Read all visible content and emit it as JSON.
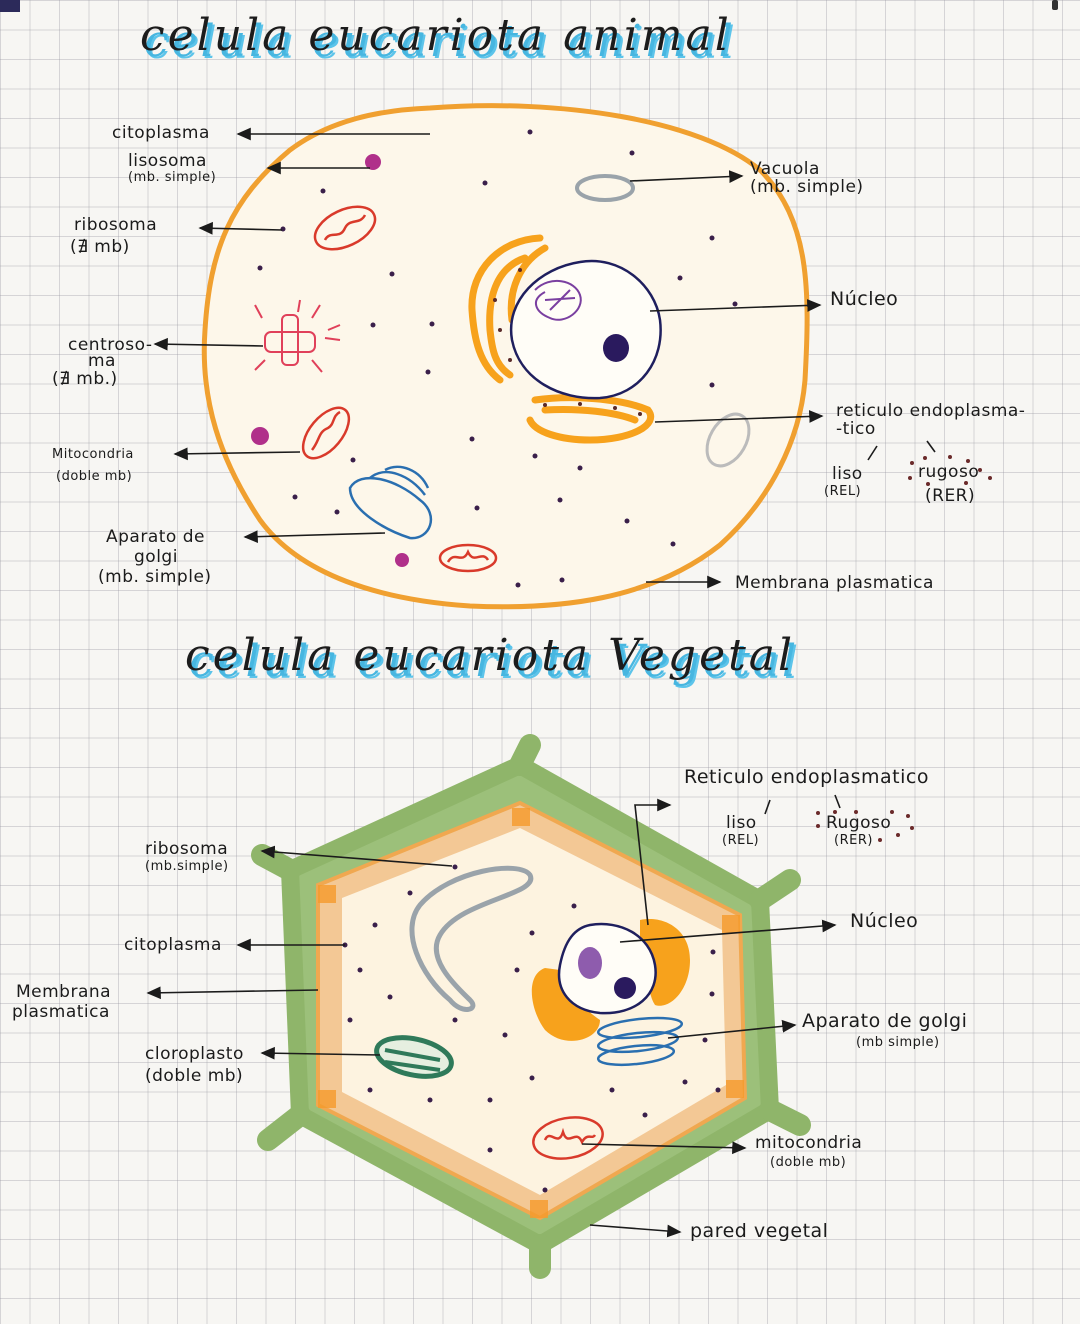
{
  "animal_cell": {
    "title": "celula eucariota animal",
    "labels": {
      "citoplasma": "citoplasma",
      "lisosoma": "lisosoma",
      "lisosoma_note": "(mb. simple)",
      "ribosoma": "ribosoma",
      "ribosoma_note": "(∄ mb)",
      "centrosoma": "centroso-",
      "centrosoma_cont": "ma",
      "centrosoma_note": "(∄ mb.)",
      "mitocondria": "Mitocondria",
      "mitocondria_note": "(doble mb)",
      "golgi": "Aparato de",
      "golgi_cont": "golgi",
      "golgi_note": "(mb. simple)",
      "vacuola": "Vacuola",
      "vacuola_note": "(mb. simple)",
      "nucleo": "Núcleo",
      "reticulo": "reticulo endoplasma-",
      "reticulo_cont": "-tico",
      "liso": "liso",
      "liso_note": "(REL)",
      "rugoso": "rugoso",
      "rugoso_note": "(RER)",
      "membrana": "Membrana plasmatica"
    }
  },
  "plant_cell": {
    "title": "celula eucariota Vegetal",
    "labels": {
      "ribosoma": "ribosoma",
      "ribosoma_note": "(mb.simple)",
      "citoplasma": "citoplasma",
      "membrana": "Membrana",
      "membrana_cont": "plasmatica",
      "cloroplasto": "cloroplasto",
      "cloroplasto_note": "(doble mb)",
      "reticulo": "Reticulo endoplasmatico",
      "liso": "liso",
      "liso_note": "(REL)",
      "rugoso": "Rugoso",
      "rugoso_note": "(RER)",
      "nucleo": "Núcleo",
      "golgi": "Aparato de golgi",
      "golgi_note": "(mb simple)",
      "mitocondria": "mitocondria",
      "mitocondria_note": "(doble mb)",
      "pared": "pared vegetal"
    }
  },
  "colors": {
    "title_highlight": "#47b6e0",
    "membrane_orange": "#f0a030",
    "cytoplasm_fill": "#fdf3e0",
    "er_orange": "#f7a21c",
    "nucleus_outline": "#1f1f5e",
    "nucleolus": "#2a1a5e",
    "chromatin": "#7a3fa0",
    "mitochondria_red": "#d93a2b",
    "golgi_blue": "#2a6fb0",
    "lysosome_magenta": "#b0308a",
    "vacuole_grey": "#9aa3aa",
    "cell_wall_green": "#8fb56a",
    "chloroplast_green": "#2f7a5a",
    "ribosome_dot": "#3a1f4a"
  }
}
